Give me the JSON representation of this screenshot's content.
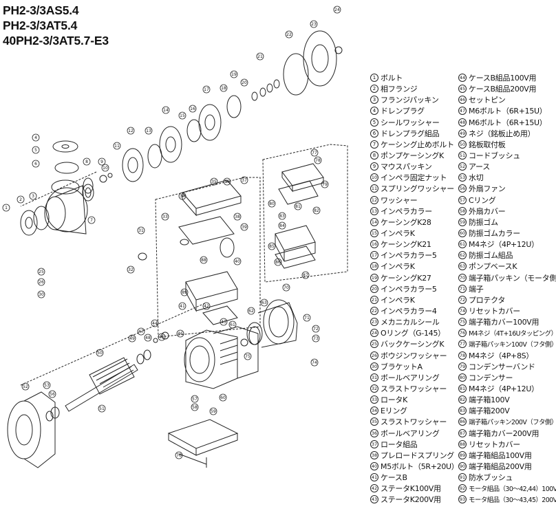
{
  "titles": [
    "PH2-3/3AS5.4",
    "PH2-3/3AT5.4",
    "40PH2-3/3AT5.7-E3"
  ],
  "legend": [
    {
      "num": "1",
      "label": "ボルト"
    },
    {
      "num": "2",
      "label": "相フランジ"
    },
    {
      "num": "3",
      "label": "フランジパッキン"
    },
    {
      "num": "4",
      "label": "ドレンプラグ"
    },
    {
      "num": "5",
      "label": "シールワッシャー"
    },
    {
      "num": "6",
      "label": "ドレンプラグ組品"
    },
    {
      "num": "7",
      "label": "ケーシング止めボルト"
    },
    {
      "num": "8",
      "label": "ポンプケーシングK"
    },
    {
      "num": "9",
      "label": "マウスパッキン"
    },
    {
      "num": "10",
      "label": "インペラ固定ナット"
    },
    {
      "num": "11",
      "label": "スプリングワッシャー"
    },
    {
      "num": "12",
      "label": "ワッシャー"
    },
    {
      "num": "13",
      "label": "インペラカラー"
    },
    {
      "num": "14",
      "label": "ケーシングK28"
    },
    {
      "num": "15",
      "label": "インペラK"
    },
    {
      "num": "16",
      "label": "ケーシングK21"
    },
    {
      "num": "17",
      "label": "インペラカラー5"
    },
    {
      "num": "18",
      "label": "インペラK"
    },
    {
      "num": "19",
      "label": "ケーシングK27"
    },
    {
      "num": "20",
      "label": "インペラカラー5"
    },
    {
      "num": "21",
      "label": "インペラK"
    },
    {
      "num": "22",
      "label": "インペラカラー4"
    },
    {
      "num": "23",
      "label": "メカニカルシール"
    },
    {
      "num": "24",
      "label": "Oリング（G-145）"
    },
    {
      "num": "25",
      "label": "バックケーシングK"
    },
    {
      "num": "26",
      "label": "ボウジンワッシャー"
    },
    {
      "num": "30",
      "label": "ブラケットA"
    },
    {
      "num": "31",
      "label": "ボールベアリング"
    },
    {
      "num": "32",
      "label": "スラストワッシャー"
    },
    {
      "num": "33",
      "label": "ロータK"
    },
    {
      "num": "34",
      "label": "Eリング"
    },
    {
      "num": "35",
      "label": "スラストワッシャー"
    },
    {
      "num": "36",
      "label": "ボールベアリング"
    },
    {
      "num": "37",
      "label": "ロータ組品"
    },
    {
      "num": "38",
      "label": "プレロードスプリング"
    },
    {
      "num": "40",
      "label": "M5ボルト（5R+20U）"
    },
    {
      "num": "41",
      "label": "ケースB"
    },
    {
      "num": "42",
      "label": "ステータK100V用"
    },
    {
      "num": "43",
      "label": "ステータK200V用"
    },
    {
      "num": "44",
      "label": "ケースB組品100V用"
    },
    {
      "num": "45",
      "label": "ケースB組品200V用"
    },
    {
      "num": "46",
      "label": "セットピン"
    },
    {
      "num": "47",
      "label": "M6ボルト（6R+15U）"
    },
    {
      "num": "48",
      "label": "M6ボルト（6R+15U）"
    },
    {
      "num": "49",
      "label": "ネジ（銘板止め用）"
    },
    {
      "num": "50",
      "label": "銘板取付板"
    },
    {
      "num": "51",
      "label": "コードブッシュ"
    },
    {
      "num": "52",
      "label": "アース"
    },
    {
      "num": "53",
      "label": "水切"
    },
    {
      "num": "56",
      "label": "外扇ファン"
    },
    {
      "num": "57",
      "label": "Cリング"
    },
    {
      "num": "58",
      "label": "外扇カバー"
    },
    {
      "num": "59",
      "label": "防振ゴム"
    },
    {
      "num": "60",
      "label": "防振ゴムカラー"
    },
    {
      "num": "61",
      "label": "M4ネジ（4P+12U）"
    },
    {
      "num": "62",
      "label": "防振ゴム組品"
    },
    {
      "num": "63",
      "label": "ポンプベースK"
    },
    {
      "num": "70",
      "label": "端子箱パッキン（モータ側）"
    },
    {
      "num": "71",
      "label": "端子"
    },
    {
      "num": "72",
      "label": "プロテクタ"
    },
    {
      "num": "74",
      "label": "リセットカバー"
    },
    {
      "num": "75",
      "label": "端子箱カバー100V用"
    },
    {
      "num": "76",
      "label": "M4ネジ（4T+16Uタッピング）"
    },
    {
      "num": "77",
      "label": "端子箱パッキン100V（フタ側）"
    },
    {
      "num": "78",
      "label": "M4ネジ（4P+8S）"
    },
    {
      "num": "79",
      "label": "コンデンサーバンド"
    },
    {
      "num": "80",
      "label": "コンデンサー"
    },
    {
      "num": "81",
      "label": "M4ネジ（4P+12U）"
    },
    {
      "num": "82",
      "label": "端子箱100V"
    },
    {
      "num": "83",
      "label": "端子箱200V"
    },
    {
      "num": "86",
      "label": "端子箱パッキン200V（フタ側）"
    },
    {
      "num": "87",
      "label": "端子箱カバー200V用"
    },
    {
      "num": "88",
      "label": "リセットカバー"
    },
    {
      "num": "89",
      "label": "端子箱組品100V用"
    },
    {
      "num": "90",
      "label": "端子箱組品200V用"
    },
    {
      "num": "91",
      "label": "防水ブッシュ"
    },
    {
      "num": "92",
      "label": "モータ組品（30〜42,44）100V用"
    },
    {
      "num": "93",
      "label": "モータ組品（30〜43,45）200V用"
    }
  ],
  "callouts": [
    "1",
    "2",
    "3",
    "4",
    "5",
    "6",
    "7",
    "8",
    "9",
    "10",
    "11",
    "12",
    "13",
    "14",
    "15",
    "16",
    "17",
    "18",
    "19",
    "20",
    "21",
    "22",
    "23",
    "24",
    "25",
    "26",
    "30",
    "31",
    "32",
    "33",
    "34",
    "35",
    "36",
    "37",
    "38",
    "39",
    "40",
    "41",
    "42",
    "43",
    "44",
    "45",
    "46",
    "47",
    "48",
    "49",
    "50",
    "51",
    "52",
    "53",
    "56",
    "57",
    "58",
    "59",
    "60",
    "61",
    "62",
    "63",
    "70",
    "71",
    "72",
    "73",
    "74",
    "75",
    "76",
    "77",
    "78",
    "79",
    "80",
    "81",
    "82",
    "83",
    "84",
    "85",
    "86",
    "87",
    "88",
    "89",
    "90",
    "91"
  ]
}
